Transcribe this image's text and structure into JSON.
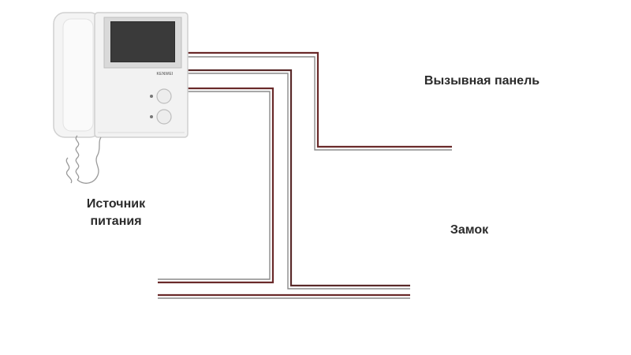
{
  "labels": {
    "call_panel": "Вызывная панель",
    "power_source_line1": "Источник",
    "power_source_line2": "питания",
    "lock": "Замок"
  },
  "monitor": {
    "brand": "KENWEI"
  },
  "colors": {
    "wire_dark": "#6a2a2a",
    "wire_grey": "#8a8a8a",
    "device_white": "#f2f2f2",
    "screen": "#2e2e2e",
    "panel_body": "#3a3a3a",
    "lock_body": "#c9ccd0",
    "lock_brass": "#b0892a"
  },
  "icons": {
    "monitor": "video-monitor-icon",
    "call_panel": "call-panel-icon",
    "power_supply": "power-supply-icon",
    "lock": "electric-lock-icon"
  }
}
